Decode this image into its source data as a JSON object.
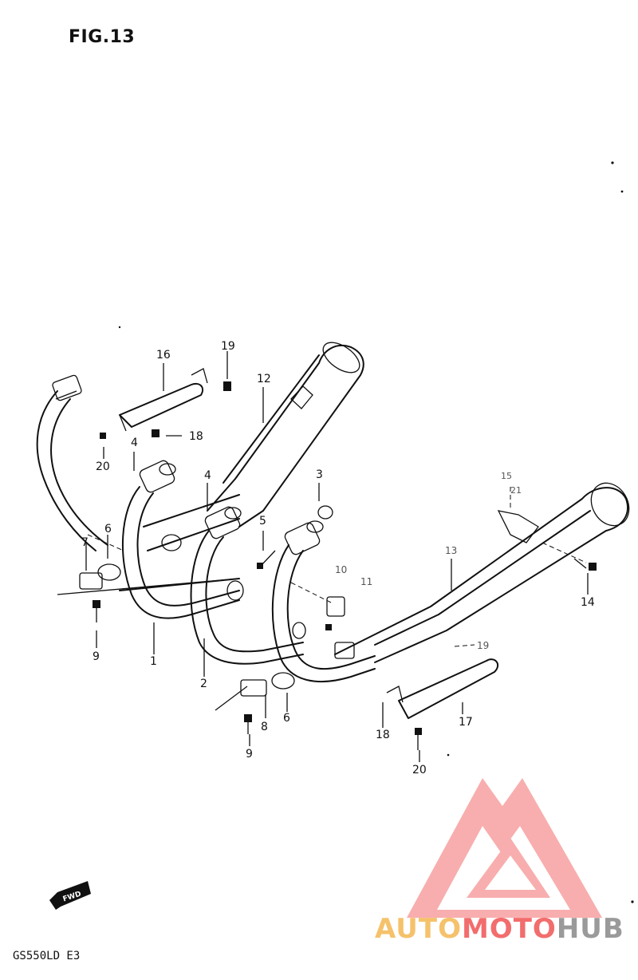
{
  "figure": {
    "title": "FIG.13",
    "model_code": "GS550LD  E3",
    "fwd_label": "FWD"
  },
  "callouts": [
    {
      "id": "c16",
      "text": "16"
    },
    {
      "id": "c19a",
      "text": "19"
    },
    {
      "id": "c12",
      "text": "12"
    },
    {
      "id": "c18a",
      "text": "18"
    },
    {
      "id": "c4a",
      "text": "4"
    },
    {
      "id": "c20a",
      "text": "20"
    },
    {
      "id": "c4b",
      "text": "4"
    },
    {
      "id": "c3",
      "text": "3"
    },
    {
      "id": "c15",
      "text": "15"
    },
    {
      "id": "c21",
      "text": "21"
    },
    {
      "id": "c6a",
      "text": "6"
    },
    {
      "id": "c7",
      "text": "7"
    },
    {
      "id": "c5",
      "text": "5"
    },
    {
      "id": "c13",
      "text": "13"
    },
    {
      "id": "c10",
      "text": "10"
    },
    {
      "id": "c11",
      "text": "11"
    },
    {
      "id": "c14",
      "text": "14"
    },
    {
      "id": "c9a",
      "text": "9"
    },
    {
      "id": "c1",
      "text": "1"
    },
    {
      "id": "c19b",
      "text": "19"
    },
    {
      "id": "c2",
      "text": "2"
    },
    {
      "id": "c17",
      "text": "17"
    },
    {
      "id": "c8",
      "text": "8"
    },
    {
      "id": "c6b",
      "text": "6"
    },
    {
      "id": "c18b",
      "text": "18"
    },
    {
      "id": "c9b",
      "text": "9"
    },
    {
      "id": "c20b",
      "text": "20"
    }
  ],
  "watermark": {
    "part1": "AUTO",
    "part2": "MOTO",
    "part3": "HUB",
    "color_light": "#f5c26b",
    "color_red": "#f26d6d",
    "color_gray": "#9a9a9a"
  }
}
